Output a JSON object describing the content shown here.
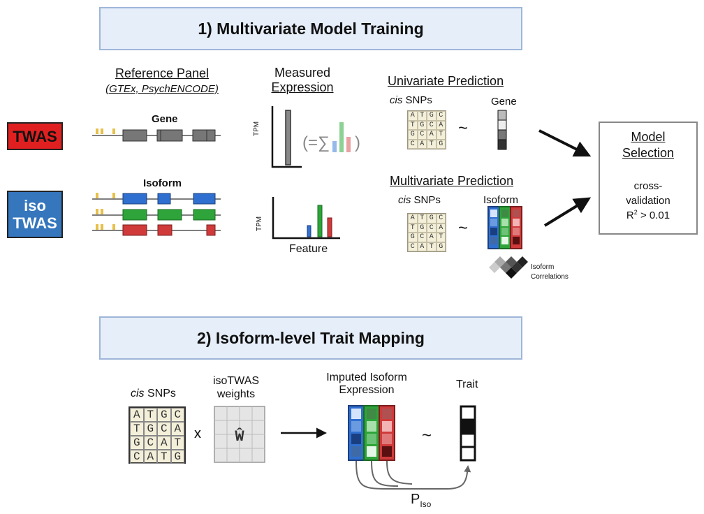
{
  "section1": {
    "title": "1) Multivariate Model Training"
  },
  "section2": {
    "title": "2) Isoform-level Trait Mapping"
  },
  "labels": {
    "twas": "TWAS",
    "iso_line1": "iso",
    "iso_line2": "TWAS"
  },
  "reference_panel": {
    "title": "Reference Panel",
    "subtitle": "(GTEx, PsychENCODE)",
    "gene_label": "Gene",
    "isoform_label": "Isoform"
  },
  "measured_expression": {
    "title_line1": "Measured",
    "title_line2": "Expression",
    "tpm": "TPM",
    "sum_open": "(=∑",
    "sum_close": ")",
    "feature": "Feature"
  },
  "univariate": {
    "title": "Univariate Prediction",
    "cis_italic": "cis",
    "cis_rest": " SNPs",
    "target": "Gene",
    "tilde": "~"
  },
  "multivariate": {
    "title": "Multivariate Prediction",
    "cis_italic": "cis",
    "cis_rest": " SNPs",
    "target": "Isoform",
    "tilde": "~",
    "corr_line1": "Isoform",
    "corr_line2": "Correlations"
  },
  "snp_grid": [
    [
      "A",
      "T",
      "G",
      "C"
    ],
    [
      "T",
      "G",
      "C",
      "A"
    ],
    [
      "G",
      "C",
      "A",
      "T"
    ],
    [
      "C",
      "A",
      "T",
      "G"
    ]
  ],
  "model_selection": {
    "title_line1": "Model",
    "title_line2": "Selection",
    "line1": "cross-",
    "line2": "validation",
    "line3_pre": "R",
    "line3_sup": "2",
    "line3_post": " > 0.01"
  },
  "mapping": {
    "cis_italic": "cis",
    "cis_rest": " SNPs",
    "weights_line1": "isoTWAS",
    "weights_line2": "weights",
    "w_hat": "Ŵ",
    "times": "x",
    "imputed_line1": "Imputed Isoform",
    "imputed_line2": "Expression",
    "tilde": "~",
    "trait": "Trait",
    "p_main": "P",
    "p_sub": "Iso"
  },
  "colors": {
    "twas_red": "#e02020",
    "iso_blue": "#3576bd",
    "gene_gray": "#6e6e6e",
    "blue": "#2f6fd0",
    "green": "#2ea43a",
    "red": "#d03a3a",
    "banner_bg": "#e6eef9",
    "banner_border": "#9fb6d9"
  }
}
